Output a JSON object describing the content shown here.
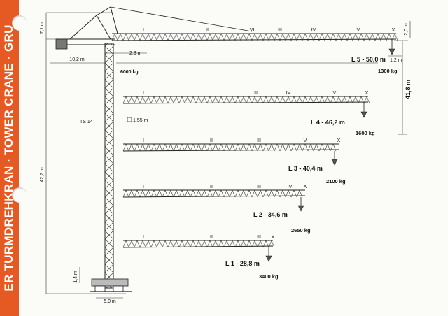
{
  "sidebar": {
    "text": "ER TURMDREHKRAN · TOWER CRANE · GRU"
  },
  "dimensions": {
    "top_height": "7,1 m",
    "counter_jib": "10,2 m",
    "counter_offset": "2,3 m",
    "tower_height": "42,7 m",
    "base_height": "1,4 m",
    "base_width": "5,0 m",
    "jib_height": "2,0 m",
    "jib_tip": "1,2 m",
    "hook_height": "41,8 m",
    "mast_type": "TS 14",
    "mast_section": "1,55 m",
    "counter_load": "6000 kg"
  },
  "configurations": [
    {
      "length_label": "L 5 - 50,0 m",
      "tip_load": "1300 kg",
      "sections": [
        "I",
        "II",
        "VI",
        "III",
        "IV",
        "V",
        "X"
      ]
    },
    {
      "length_label": "L 4 - 46,2 m",
      "tip_load": "1600 kg",
      "sections": [
        "I",
        "III",
        "IV",
        "V",
        "X"
      ]
    },
    {
      "length_label": "L 3 - 40,4 m",
      "tip_load": "2100 kg",
      "sections": [
        "I",
        "II",
        "III",
        "V",
        "X"
      ]
    },
    {
      "length_label": "L 2 - 34,6 m",
      "tip_load": "2650 kg",
      "sections": [
        "I",
        "II",
        "III",
        "IV",
        "X"
      ]
    },
    {
      "length_label": "L 1 - 28,8 m",
      "tip_load": "3400 kg",
      "sections": [
        "I",
        "II",
        "III",
        "X"
      ]
    }
  ]
}
